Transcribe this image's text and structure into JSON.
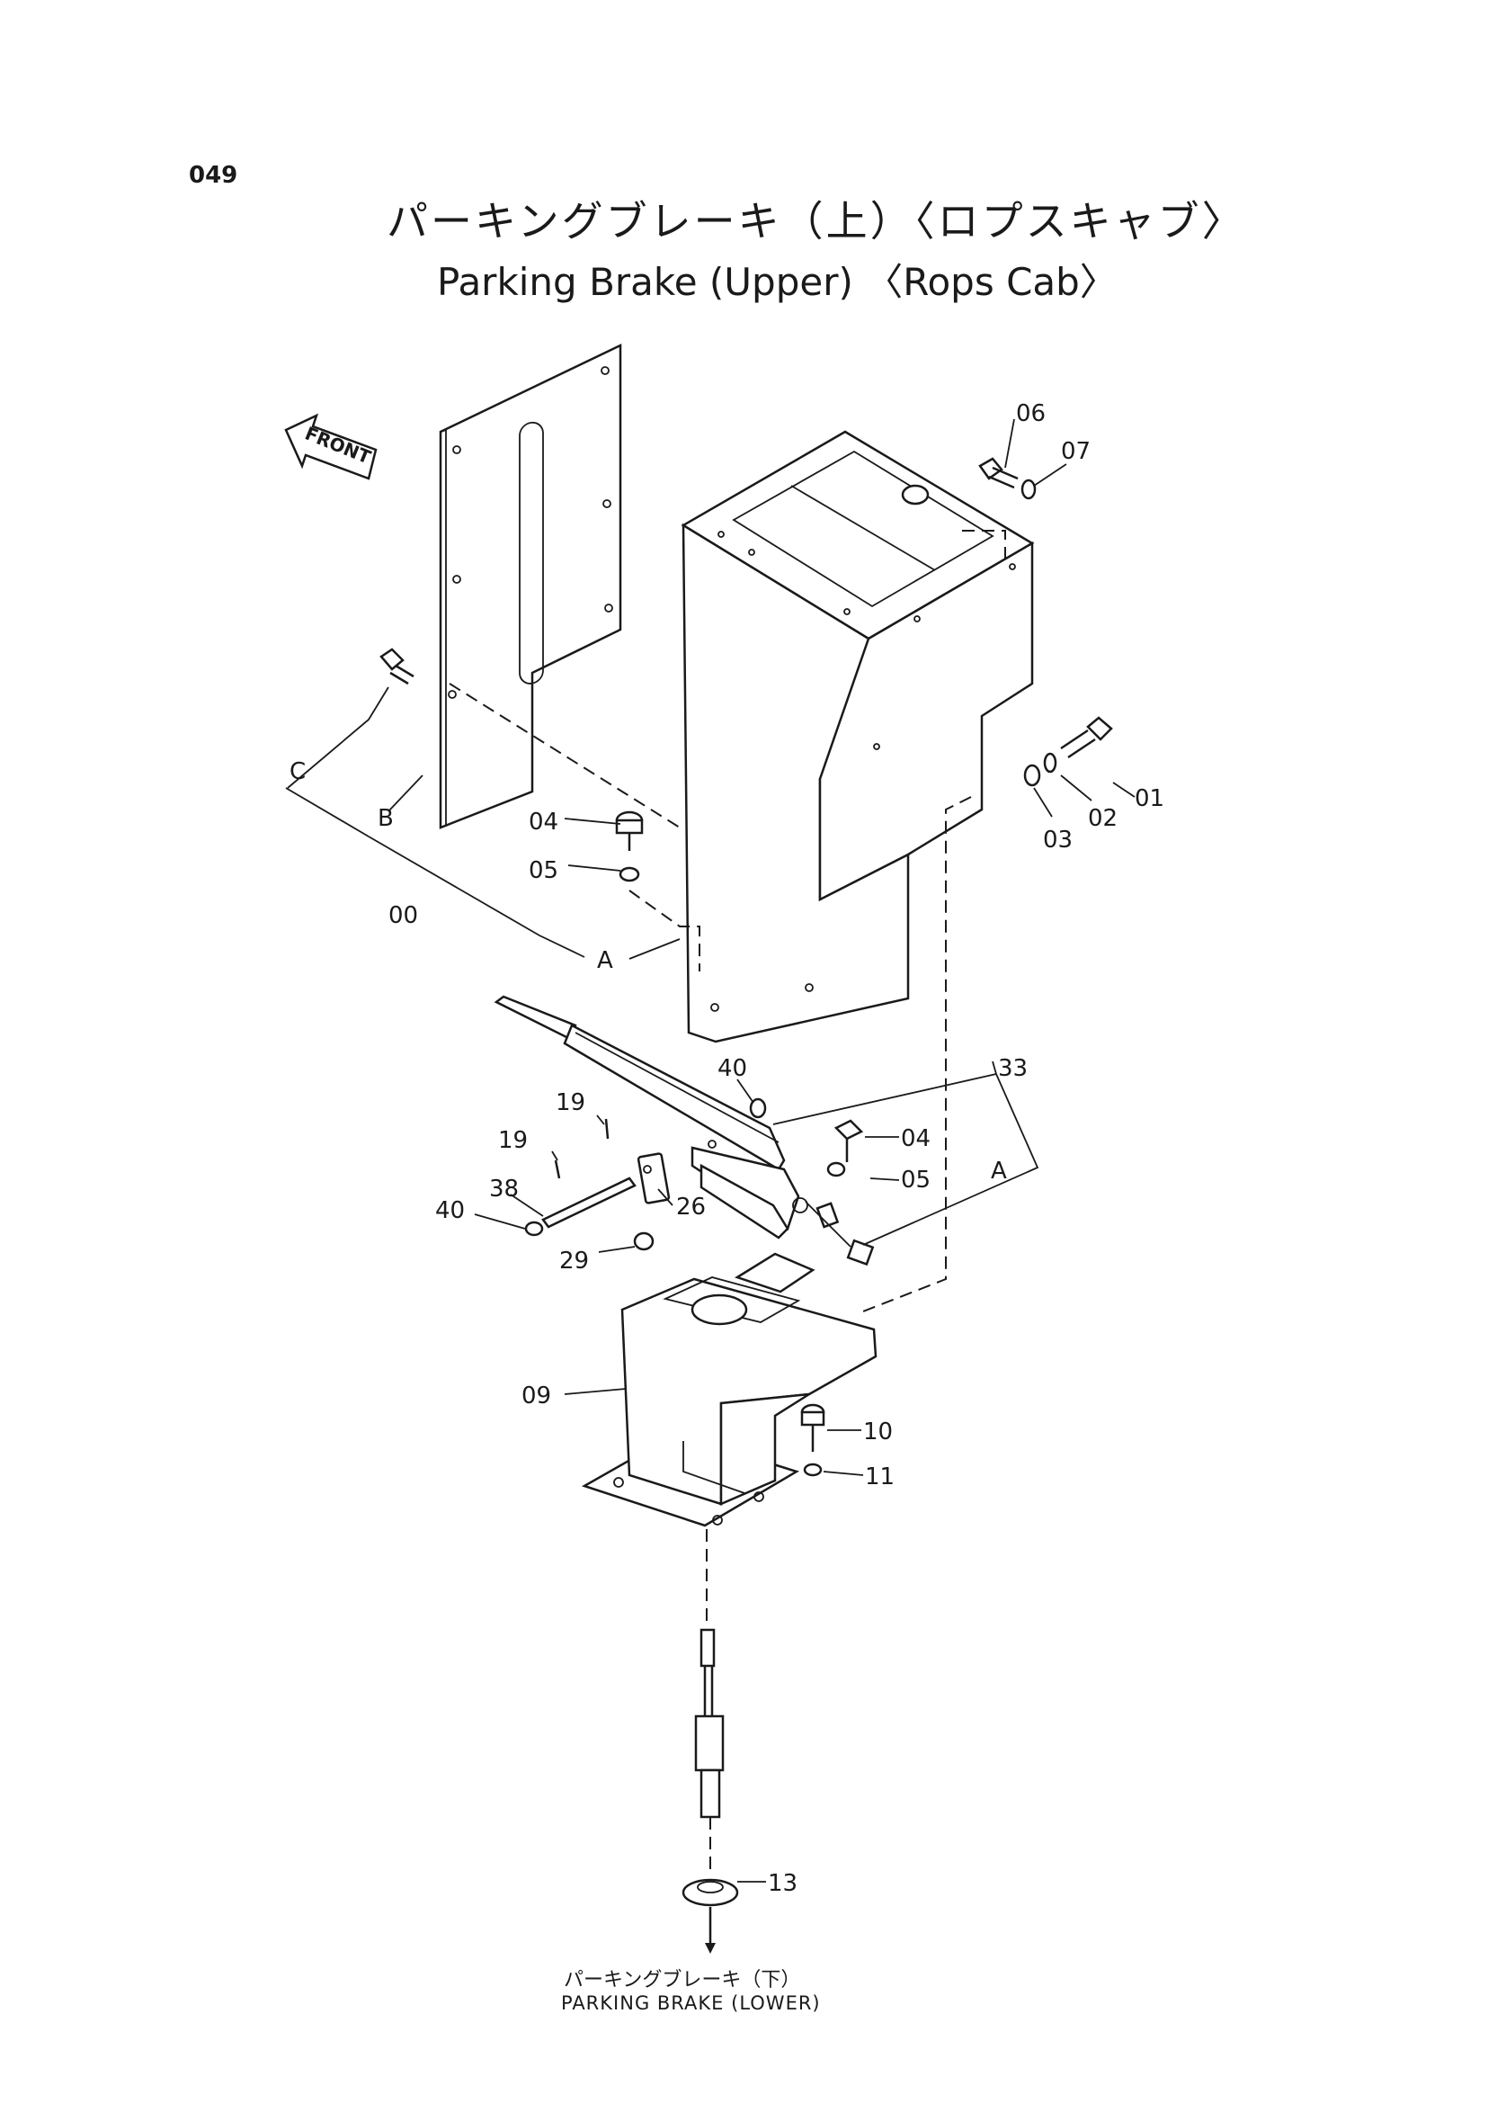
{
  "page": {
    "number": "049"
  },
  "title": {
    "japanese": "パーキングブレーキ（上）〈ロプスキャブ〉",
    "english": "Parking Brake (Upper) 〈Rops Cab〉"
  },
  "direction_marker": {
    "label": "FRONT",
    "icon": "front-arrow-icon"
  },
  "callouts": {
    "c00": "00",
    "c01": "01",
    "c02": "02",
    "c03": "03",
    "c04_top": "04",
    "c05_top": "05",
    "c06": "06",
    "c07": "07",
    "c04_mid": "04",
    "c05_mid": "05",
    "c09": "09",
    "c10": "10",
    "c11": "11",
    "c13": "13",
    "c19_a": "19",
    "c19_b": "19",
    "c26": "26",
    "c29": "29",
    "c33": "33",
    "c38": "38",
    "c40_a": "40",
    "c40_b": "40",
    "cA_1": "A",
    "cA_2": "A",
    "cB": "B",
    "cC": "C"
  },
  "footer": {
    "japanese": "パーキングブレーキ（下）",
    "english": "PARKING BRAKE (LOWER)"
  }
}
